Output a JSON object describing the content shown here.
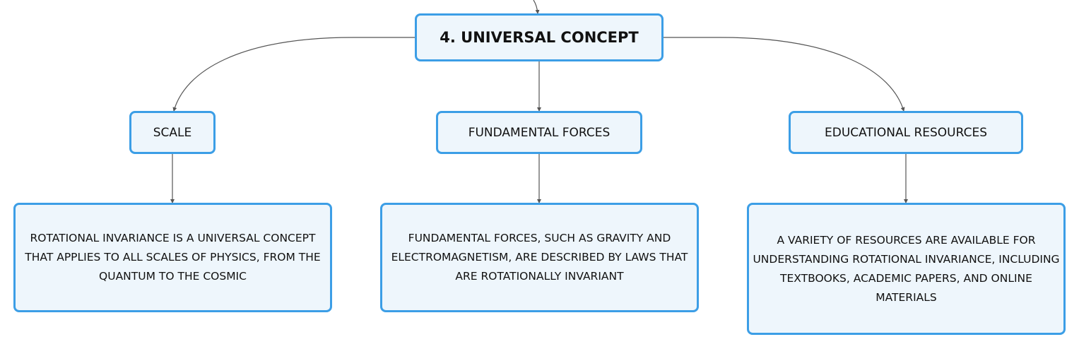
{
  "root": {
    "label": "4. UNIVERSAL CONCEPT"
  },
  "branches": [
    {
      "label": "SCALE",
      "description": "ROTATIONAL INVARIANCE IS A UNIVERSAL CONCEPT THAT APPLIES TO ALL SCALES OF PHYSICS, FROM THE QUANTUM TO THE COSMIC"
    },
    {
      "label": "FUNDAMENTAL FORCES",
      "description": "FUNDAMENTAL FORCES, SUCH AS GRAVITY AND ELECTROMAGNETISM, ARE DESCRIBED BY LAWS THAT ARE ROTATIONALLY INVARIANT"
    },
    {
      "label": "EDUCATIONAL RESOURCES",
      "description": "A VARIETY OF RESOURCES ARE AVAILABLE FOR UNDERSTANDING ROTATIONAL INVARIANCE, INCLUDING TEXTBOOKS, ACADEMIC PAPERS, AND ONLINE MATERIALS"
    }
  ],
  "colors": {
    "node_border": "#3c9ee6",
    "node_fill": "#eef6fc",
    "connector": "#555555",
    "text": "#111111"
  }
}
